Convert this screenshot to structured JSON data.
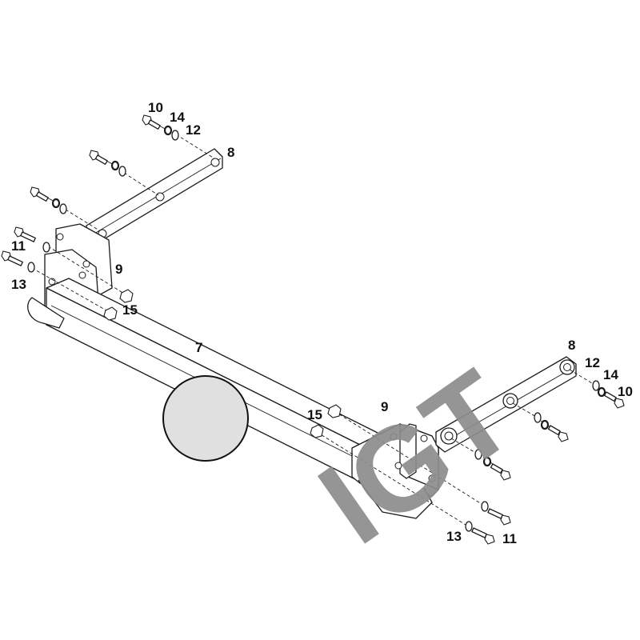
{
  "diagram": {
    "callouts": {
      "c10_left": "10",
      "c14_left": "14",
      "c12_left": "12",
      "c8_left": "8",
      "c11_left": "11",
      "c13_left": "13",
      "c9_left": "9",
      "c15_left": "15",
      "c7": "7",
      "c8_right": "8",
      "c12_right": "12",
      "c14_right": "14",
      "c10_right": "10",
      "c15_right": "15",
      "c9_right": "9",
      "c13_right": "13",
      "c11_right": "11"
    },
    "watermark": {
      "text": "IGT",
      "color": "#8c8c8c"
    },
    "ball_placeholder_color": "#e0e0e0"
  }
}
